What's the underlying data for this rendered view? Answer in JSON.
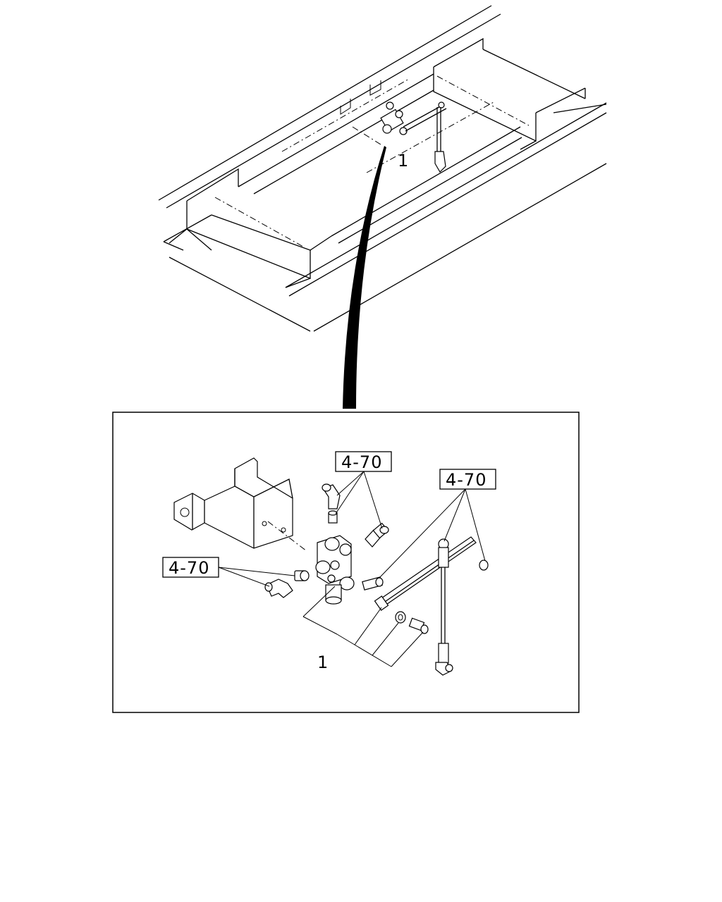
{
  "overview": {
    "part_callout": "1"
  },
  "detail": {
    "part_callout": "1",
    "references": {
      "top": "4-70",
      "right": "4-70",
      "left": "4-70"
    }
  }
}
